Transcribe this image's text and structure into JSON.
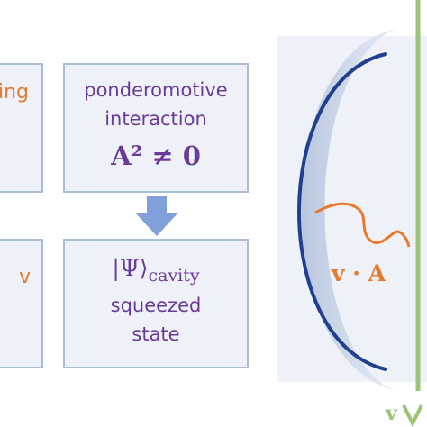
{
  "left_top_box": {
    "text_fragment": "ing"
  },
  "left_bottom_box": {
    "text_fragment": "v"
  },
  "ponderomotive_box": {
    "line1": "ponderomotive",
    "line2": "interaction",
    "equation": "A² ≠ 0"
  },
  "state_box": {
    "ket": "|Ψ⟩",
    "ket_subscript": "cavity",
    "line1": "squeezed",
    "line2": "state"
  },
  "cavity_panel": {
    "coupling_label": "v · A"
  },
  "bottom_fragment": "v",
  "colors": {
    "box_fill": "#eef2f8",
    "box_border": "#a9bcd8",
    "text_purple": "#6a3a9a",
    "orange": "#e8792a",
    "arrow_blue": "#7fa0d8",
    "mirror_navy": "#1f3f8f",
    "green": "#9ac47a"
  }
}
